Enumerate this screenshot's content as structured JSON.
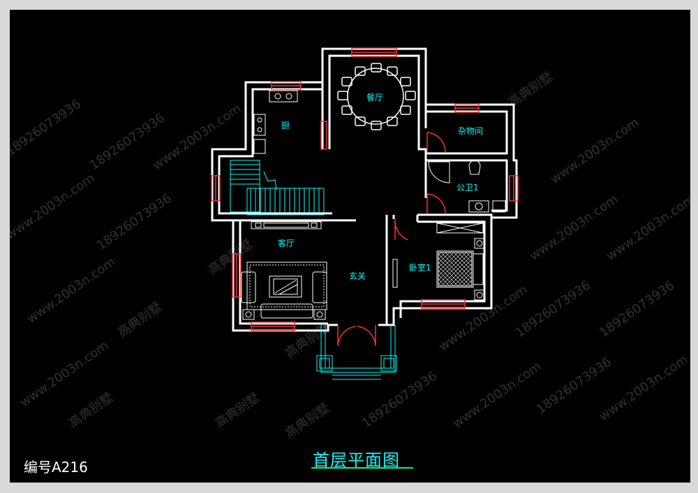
{
  "drawing": {
    "title": "首层平面图",
    "code": "编号A216"
  },
  "rooms": {
    "dining": "餐厅",
    "kitchen": "厨",
    "storage": "杂物间",
    "bathroom": "公卫1",
    "living": "客厅",
    "foyer": "玄关",
    "bedroom": "卧室1"
  },
  "watermarks": {
    "phone": "18926073936",
    "site": "www.2003n.com",
    "brand": "高典别墅"
  },
  "colors": {
    "background": "#000000",
    "frame": "#d9d9d9",
    "wall": "#ffffff",
    "furniture": "#00ffff",
    "window": "#ff3030",
    "door": "#ff3030",
    "title_underline": "#00ff66"
  }
}
